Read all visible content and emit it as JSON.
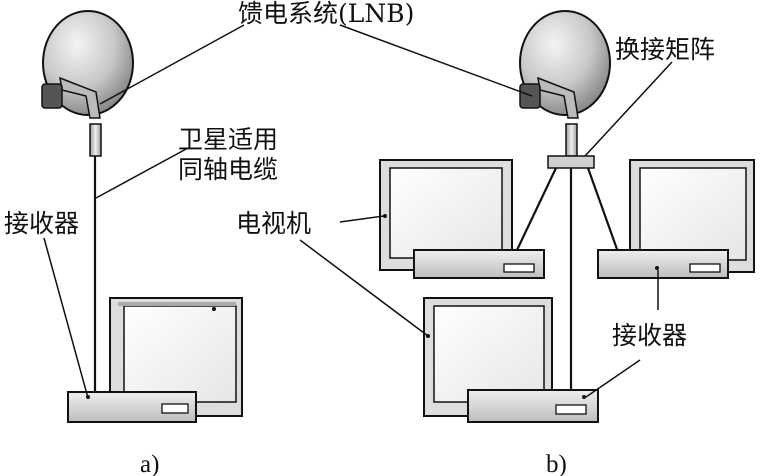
{
  "labels": {
    "lnb": "馈电系统(LNB)",
    "cable_line1": "卫星适用",
    "cable_line2": "同轴电缆",
    "receiver_a": "接收器",
    "tv": "电视机",
    "switch_matrix": "换接矩阵",
    "receiver_b": "接收器"
  },
  "captions": {
    "a": "a)",
    "b": "b)"
  },
  "colors": {
    "ink": "#111111",
    "dish_light": "#f2f2f2",
    "dish_dark": "#8a8a8a",
    "screen": "#ffffff",
    "device": "#d9d9d9"
  }
}
